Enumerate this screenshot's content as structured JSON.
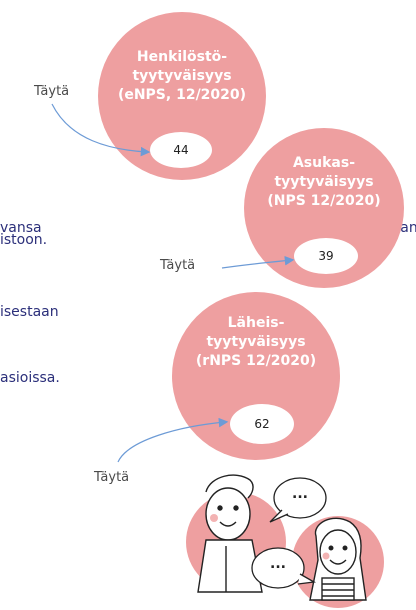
{
  "left_text": {
    "line1": "vansa",
    "line2": "istoon.",
    "line3": "isestaan",
    "line4": "asioissa."
  },
  "bubbles": [
    {
      "lines": [
        "Henkilöstö-",
        "tyytyväisyys",
        "(eNPS, 12/2020)"
      ],
      "value": "44"
    },
    {
      "lines": [
        "Asukas-",
        "tyytyväisyys",
        "(NPS 12/2020)"
      ],
      "value": "39"
    },
    {
      "lines": [
        "Läheis-",
        "tyytyväisyys",
        "(rNPS 12/2020)"
      ],
      "value": "62"
    }
  ],
  "fill_labels": [
    "Täytä",
    "Täytä",
    "Täytä"
  ],
  "speech": {
    "dots": "..."
  },
  "colors": {
    "bubble": "#ee9fa0",
    "text_blue": "#2b2f7a",
    "arrow": "#6d9bd6"
  }
}
